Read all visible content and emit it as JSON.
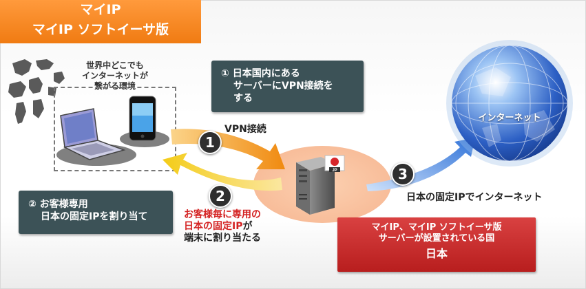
{
  "title": {
    "line1": "マイIP",
    "line2": "マイIP ソフトイーサ版"
  },
  "environment_label": {
    "line1": "世界中どこでも",
    "line2": "インターネットが",
    "line3": "繋がる環境"
  },
  "step1": {
    "number": "1",
    "callout_line1": "① 日本国内にある",
    "callout_line2": "サーバーにVPN接続を",
    "callout_line3": "する",
    "arrow_label": "VPN接続"
  },
  "step2": {
    "number": "2",
    "callout_line1": "② お客様専用",
    "callout_line2": "日本の固定IPを割り当て",
    "arrow_label_line1": "お客様毎に専用の",
    "arrow_label_line2_red": "日本の固定IP",
    "arrow_label_line2_dark": "が",
    "arrow_label_line3": "端末に割り当たる"
  },
  "step3": {
    "number": "3",
    "arrow_label": "日本の固定IPでインターネット"
  },
  "globe_label": "インターネット",
  "server_flag_label": "JP",
  "japan_box": {
    "line1": "マイIP、マイIP ソフトイーサ版",
    "line2": "サーバーが設置されている国",
    "line3": "日本"
  },
  "colors": {
    "title_orange": "#f07b12",
    "callout_dark": "#3c5257",
    "japan_red": "#c72a2a",
    "highlight_red": "#d42222",
    "arrow_orange": "#f29a1c",
    "arrow_yellow": "#f2cc1c",
    "arrow_blue": "#3b7fd8",
    "globe_blue": "#2f63c8"
  },
  "icons": [
    "world-map-icon",
    "laptop-icon",
    "smartphone-icon",
    "server-icon",
    "japan-flag-icon",
    "globe-icon"
  ]
}
